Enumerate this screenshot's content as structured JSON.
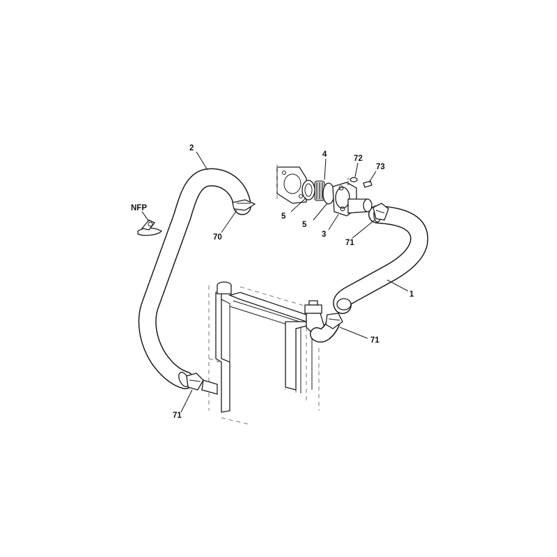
{
  "diagram": {
    "callouts": [
      {
        "id": "c-2",
        "text": "2"
      },
      {
        "id": "c-4",
        "text": "4"
      },
      {
        "id": "c-72",
        "text": "72"
      },
      {
        "id": "c-73",
        "text": "73"
      },
      {
        "id": "c-nfp",
        "text": "NFP"
      },
      {
        "id": "c-70",
        "text": "70"
      },
      {
        "id": "c-5a",
        "text": "5"
      },
      {
        "id": "c-5b",
        "text": "5"
      },
      {
        "id": "c-3",
        "text": "3"
      },
      {
        "id": "c-71a",
        "text": "71"
      },
      {
        "id": "c-1",
        "text": "1"
      },
      {
        "id": "c-71b",
        "text": "71"
      },
      {
        "id": "c-71c",
        "text": "71"
      }
    ]
  }
}
